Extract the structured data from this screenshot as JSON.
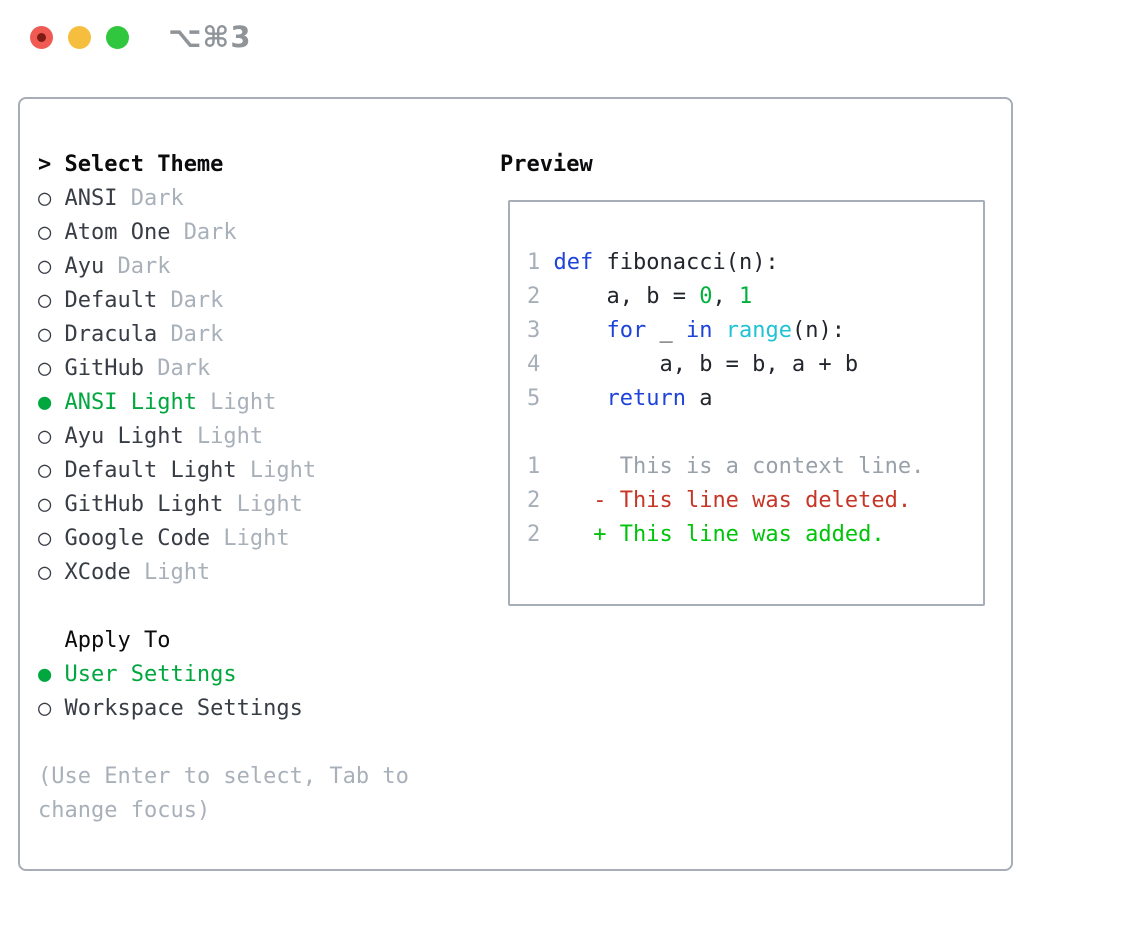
{
  "colors": {
    "border": "#A7AEB8",
    "title_text": "#0B0B0D",
    "item_name": "#383D45",
    "item_variant": "#A8B0BA",
    "selected_green": "#00A73E",
    "help_text": "#A8B0BA",
    "shortcut_gray": "#8F9499",
    "line_number": "#A6AEB8",
    "keyword_blue": "#1E43D8",
    "builtin_cyan": "#22C2D6",
    "number_green": "#00B23C",
    "code_text": "#22262C",
    "context_gray": "#98A0A9",
    "deleted_red": "#C63627",
    "added_green": "#00C40A",
    "traffic_red": "#EF5A52",
    "traffic_red_dot": "#7E1B12",
    "traffic_yellow": "#F6BE3E",
    "traffic_green": "#30C63E"
  },
  "window": {
    "shortcut": "⌥⌘3"
  },
  "themes": {
    "header_marker": ">",
    "header": "Select Theme",
    "items": [
      {
        "marker": "○",
        "name": "ANSI",
        "variant": "Dark",
        "selected": false
      },
      {
        "marker": "○",
        "name": "Atom One",
        "variant": "Dark",
        "selected": false
      },
      {
        "marker": "○",
        "name": "Ayu",
        "variant": "Dark",
        "selected": false
      },
      {
        "marker": "○",
        "name": "Default",
        "variant": "Dark",
        "selected": false
      },
      {
        "marker": "○",
        "name": "Dracula",
        "variant": "Dark",
        "selected": false
      },
      {
        "marker": "○",
        "name": "GitHub",
        "variant": "Dark",
        "selected": false
      },
      {
        "marker": "●",
        "name": "ANSI Light",
        "variant": "Light",
        "selected": true
      },
      {
        "marker": "○",
        "name": "Ayu Light",
        "variant": "Light",
        "selected": false
      },
      {
        "marker": "○",
        "name": "Default Light",
        "variant": "Light",
        "selected": false
      },
      {
        "marker": "○",
        "name": "GitHub Light",
        "variant": "Light",
        "selected": false
      },
      {
        "marker": "○",
        "name": "Google Code",
        "variant": "Light",
        "selected": false
      },
      {
        "marker": "○",
        "name": "XCode",
        "variant": "Light",
        "selected": false
      }
    ]
  },
  "apply_to": {
    "header": "Apply To",
    "items": [
      {
        "marker": "●",
        "name": "User Settings",
        "selected": true
      },
      {
        "marker": "○",
        "name": "Workspace Settings",
        "selected": false
      }
    ]
  },
  "help": {
    "line1": "(Use Enter to select, Tab to",
    "line2": "change focus)"
  },
  "preview": {
    "title": "Preview",
    "code_lines": [
      [
        {
          "t": "1 ",
          "c": "num"
        },
        {
          "t": "def",
          "c": "kw"
        },
        {
          "t": " fibonacci(n):",
          "c": "txt"
        }
      ],
      [
        {
          "t": "2 ",
          "c": "num"
        },
        {
          "t": "    a, b = ",
          "c": "txt"
        },
        {
          "t": "0",
          "c": "lit"
        },
        {
          "t": ", ",
          "c": "txt"
        },
        {
          "t": "1",
          "c": "lit"
        }
      ],
      [
        {
          "t": "3 ",
          "c": "num"
        },
        {
          "t": "    ",
          "c": "txt"
        },
        {
          "t": "for",
          "c": "kw"
        },
        {
          "t": " _ ",
          "c": "txt"
        },
        {
          "t": "in",
          "c": "kw"
        },
        {
          "t": " ",
          "c": "txt"
        },
        {
          "t": "range",
          "c": "fn"
        },
        {
          "t": "(n):",
          "c": "txt"
        }
      ],
      [
        {
          "t": "4 ",
          "c": "num"
        },
        {
          "t": "        a, b = b, a + b",
          "c": "txt"
        }
      ],
      [
        {
          "t": "5 ",
          "c": "num"
        },
        {
          "t": "    ",
          "c": "txt"
        },
        {
          "t": "return",
          "c": "kw"
        },
        {
          "t": " a",
          "c": "txt"
        }
      ],
      [],
      [
        {
          "t": "1",
          "c": "num"
        },
        {
          "t": "      This is a context line.",
          "c": "ctx"
        }
      ],
      [
        {
          "t": "2",
          "c": "num"
        },
        {
          "t": "    ",
          "c": "txt"
        },
        {
          "t": "- This line was deleted.",
          "c": "del"
        }
      ],
      [
        {
          "t": "2",
          "c": "num"
        },
        {
          "t": "    ",
          "c": "txt"
        },
        {
          "t": "+ This line was added.",
          "c": "add"
        }
      ]
    ]
  }
}
